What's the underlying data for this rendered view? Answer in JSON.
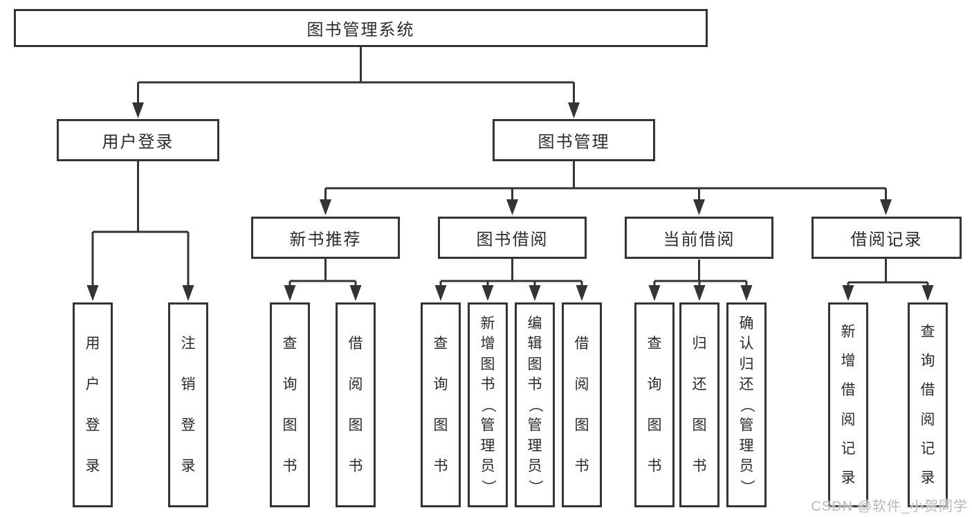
{
  "diagram": {
    "watermark": "CSDN @软件_小贺同学",
    "colors": {
      "line": "#343434",
      "text": "#2b2b2b",
      "background": "#ffffff",
      "watermark": "#b9b9b9"
    },
    "nodes": {
      "root": {
        "label": "图书管理系统"
      },
      "user_login": {
        "label": "用户登录"
      },
      "book_mgmt": {
        "label": "图书管理"
      },
      "new_books": {
        "label": "新书推荐"
      },
      "book_borrow": {
        "label": "图书借阅"
      },
      "current_borrow": {
        "label": "当前借阅"
      },
      "borrow_records": {
        "label": "借阅记录"
      },
      "login_user_login": {
        "label": "用户登录"
      },
      "login_logout": {
        "label": "注销登录"
      },
      "nb_query_books": {
        "label": "查询图书"
      },
      "nb_borrow_books": {
        "label": "借阅图书"
      },
      "bb_query_books": {
        "label": "查询图书"
      },
      "bb_add_books": {
        "label": "新增图书（管理员）"
      },
      "bb_edit_books": {
        "label": "编辑图书（管理员）"
      },
      "bb_borrow_books": {
        "label": "借阅图书"
      },
      "cb_query_books": {
        "label": "查询图书"
      },
      "cb_return_books": {
        "label": "归还图书"
      },
      "cb_confirm_return": {
        "label": "确认归还（管理员）"
      },
      "br_add_record": {
        "label": "新增借阅记录"
      },
      "br_query_record": {
        "label": "查询借阅记录"
      }
    },
    "edges": [
      {
        "from": "root",
        "to": "user_login"
      },
      {
        "from": "root",
        "to": "book_mgmt"
      },
      {
        "from": "user_login",
        "to": "login_user_login"
      },
      {
        "from": "user_login",
        "to": "login_logout"
      },
      {
        "from": "book_mgmt",
        "to": "new_books"
      },
      {
        "from": "book_mgmt",
        "to": "book_borrow"
      },
      {
        "from": "book_mgmt",
        "to": "current_borrow"
      },
      {
        "from": "book_mgmt",
        "to": "borrow_records"
      },
      {
        "from": "new_books",
        "to": "nb_query_books"
      },
      {
        "from": "new_books",
        "to": "nb_borrow_books"
      },
      {
        "from": "book_borrow",
        "to": "bb_query_books"
      },
      {
        "from": "book_borrow",
        "to": "bb_add_books"
      },
      {
        "from": "book_borrow",
        "to": "bb_edit_books"
      },
      {
        "from": "book_borrow",
        "to": "bb_borrow_books"
      },
      {
        "from": "current_borrow",
        "to": "cb_query_books"
      },
      {
        "from": "current_borrow",
        "to": "cb_return_books"
      },
      {
        "from": "current_borrow",
        "to": "cb_confirm_return"
      },
      {
        "from": "borrow_records",
        "to": "br_add_record"
      },
      {
        "from": "borrow_records",
        "to": "br_query_record"
      }
    ]
  }
}
